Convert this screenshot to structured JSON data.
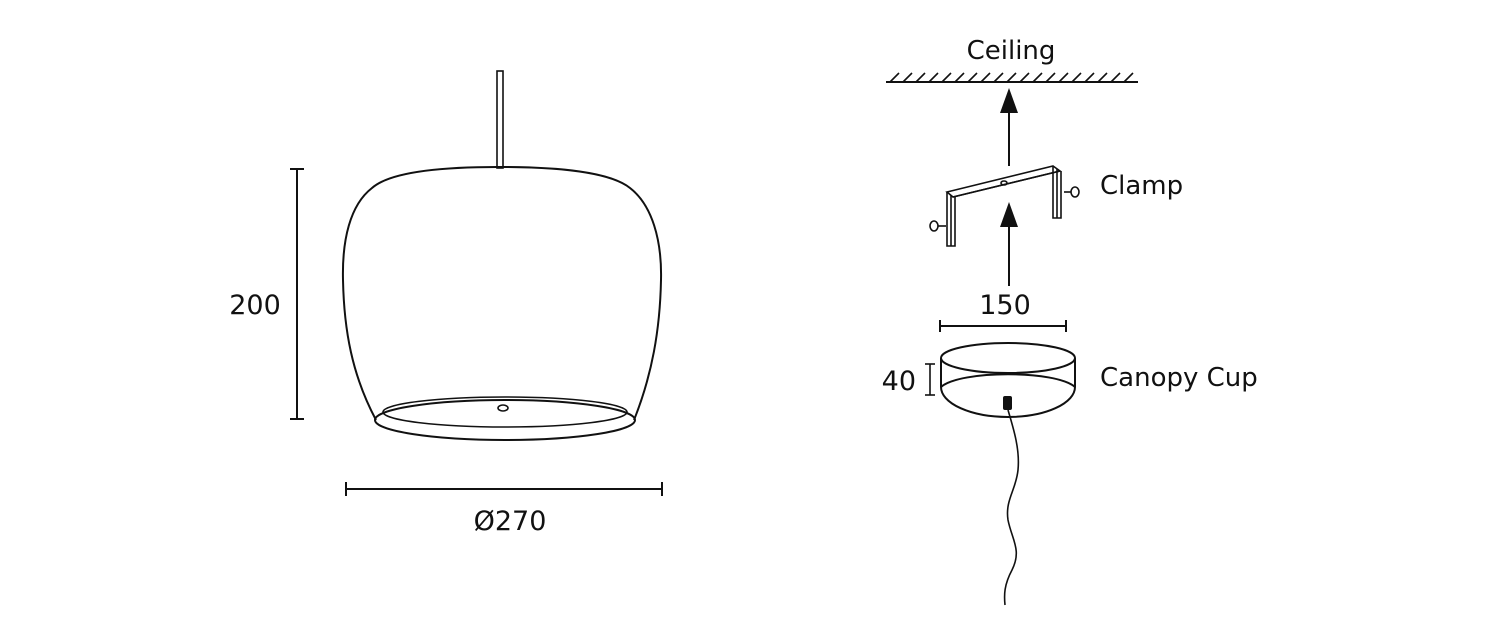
{
  "labels": {
    "ceiling": "Ceiling",
    "clamp": "Clamp",
    "canopy": "Canopy Cup"
  },
  "dimensions": {
    "height": "200",
    "diameter": "Ø270",
    "clamp_width": "150",
    "canopy_height": "40"
  },
  "colors": {
    "line": "#111111",
    "background": "#ffffff"
  }
}
